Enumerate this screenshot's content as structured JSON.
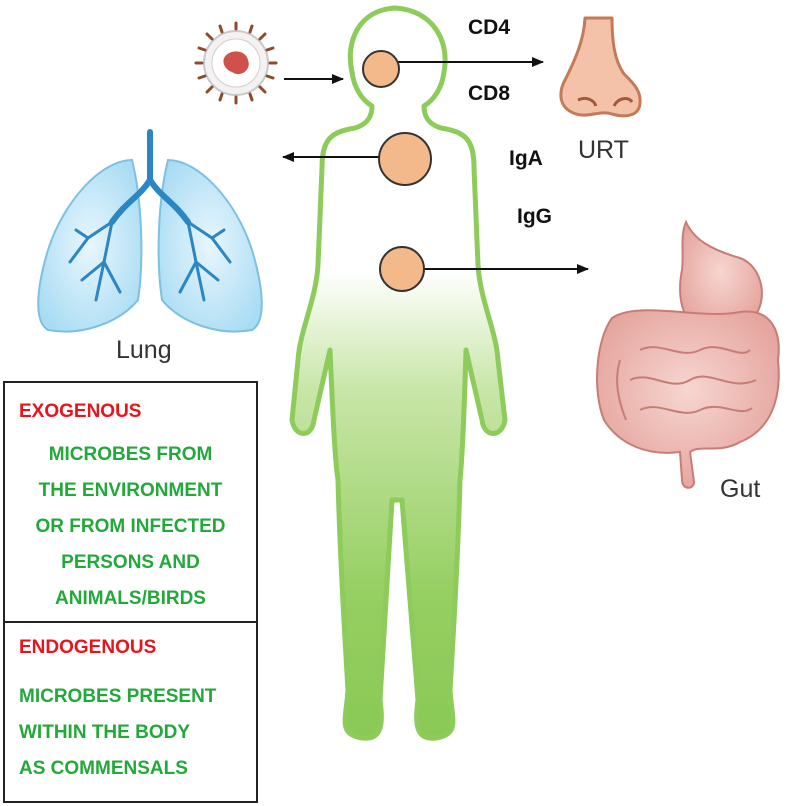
{
  "labels": {
    "cd4": "CD4",
    "cd8": "CD8",
    "iga": "IgA",
    "igg": "IgG",
    "urt": "URT",
    "lung": "Lung",
    "gut": "Gut"
  },
  "exogenous": {
    "heading": "EXOGENOUS",
    "lines": [
      "MICROBES FROM",
      "THE ENVIRONMENT",
      "OR FROM INFECTED",
      "PERSONS AND",
      "ANIMALS/BIRDS"
    ]
  },
  "endogenous": {
    "heading": "ENDOGENOUS",
    "lines": [
      "MICROBES PRESENT",
      "WITHIN THE BODY",
      "AS COMMENSALS"
    ]
  },
  "colors": {
    "heading_red": "#e8141b",
    "text_green": "#23a83a",
    "body_outline": "#8dcc5a",
    "node_fill": "#f4b98a",
    "lung_blue": "#2b86c4"
  },
  "icons": [
    "virus-icon",
    "nose-icon",
    "lung-icon",
    "gut-icon",
    "human-body-icon"
  ]
}
